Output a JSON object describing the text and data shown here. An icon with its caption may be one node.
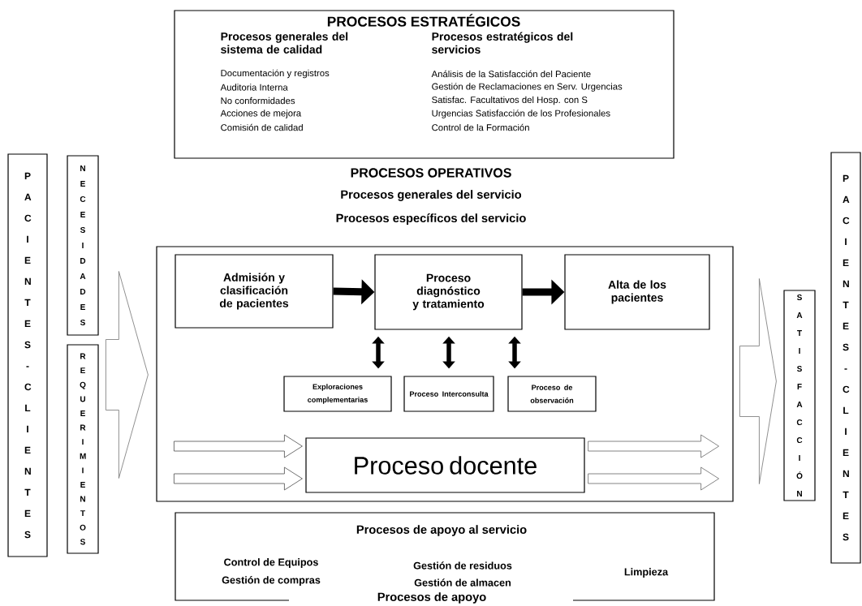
{
  "diagram": {
    "nodes": [
      {
        "text": [
          "PROCESOS ESTRATÉGICOS",
          "Procesos generales del sistema de calidad",
          "Documentación y registros",
          "Auditoria Interna",
          "No conformidades",
          "Acciones de mejora",
          "Comisión de calidad",
          "Procesos estratégicos del servicios",
          "Análisis de la Satisfacción del Paciente",
          "Gestión de Reclamaciones en Serv. Urgencias",
          "Satisfac. Facultativos del Hosp. con S",
          "Urgencias Satisfacción de los Profesionales",
          "Control de la Formación"
        ]
      },
      {
        "text": [
          "PACIENTES-CLIENTES"
        ]
      },
      {
        "text": [
          "NECESIDADES"
        ]
      },
      {
        "text": [
          "REQUERIMIENTOS"
        ]
      },
      {
        "text": [
          "Procesos específicos del servicio"
        ]
      },
      {
        "text": [
          "Admisión y clasificación de pacientes"
        ],
        "in": 4
      },
      {
        "text": [
          "Proceso diagnóstico y tratamiento"
        ],
        "in": 4
      },
      {
        "text": [
          "Alta de los pacientes"
        ],
        "in": 4
      },
      {
        "text": [
          "Exploraciones complementarias"
        ],
        "in": 4
      },
      {
        "text": [
          "Proceso Interconsulta"
        ],
        "in": 4
      },
      {
        "text": [
          "Proceso de observación"
        ],
        "in": 4
      },
      {
        "text": [
          "Proceso docente"
        ],
        "in": 4
      },
      {
        "text": [
          "SATISFACCIÓN"
        ]
      },
      {
        "text": [
          "PACIENTES-CLIENTES"
        ]
      },
      {
        "text": [
          "Procesos de apoyo al servicio",
          "Control de Equipos",
          "Gestión de compras",
          "Gestión de residuos",
          "Gestión de almacen",
          "Limpieza",
          "Procesos de apoyo"
        ]
      }
    ],
    "edges": [
      {
        "from": 5,
        "to": 6,
        "arrow": "to"
      },
      {
        "from": 6,
        "to": 7,
        "arrow": "to"
      },
      {
        "from": 6,
        "to": 8,
        "arrow": "both"
      },
      {
        "from": 6,
        "to": 9,
        "arrow": "both"
      },
      {
        "from": 6,
        "to": 10,
        "arrow": "both"
      },
      {
        "from": null,
        "to": 11,
        "arrow": "to"
      },
      {
        "from": null,
        "to": 11,
        "arrow": "to"
      },
      {
        "from": 11,
        "to": null,
        "arrow": "to"
      },
      {
        "from": 11,
        "to": null,
        "arrow": "to"
      },
      {
        "from": 2,
        "to": 4,
        "arrow": "to"
      },
      {
        "from": 3,
        "to": 4,
        "arrow": "to"
      },
      {
        "from": 4,
        "to": 12,
        "arrow": "to"
      }
    ],
    "labels": [
      "PROCESOS OPERATIVOS",
      "Procesos generales del servicio"
    ]
  }
}
